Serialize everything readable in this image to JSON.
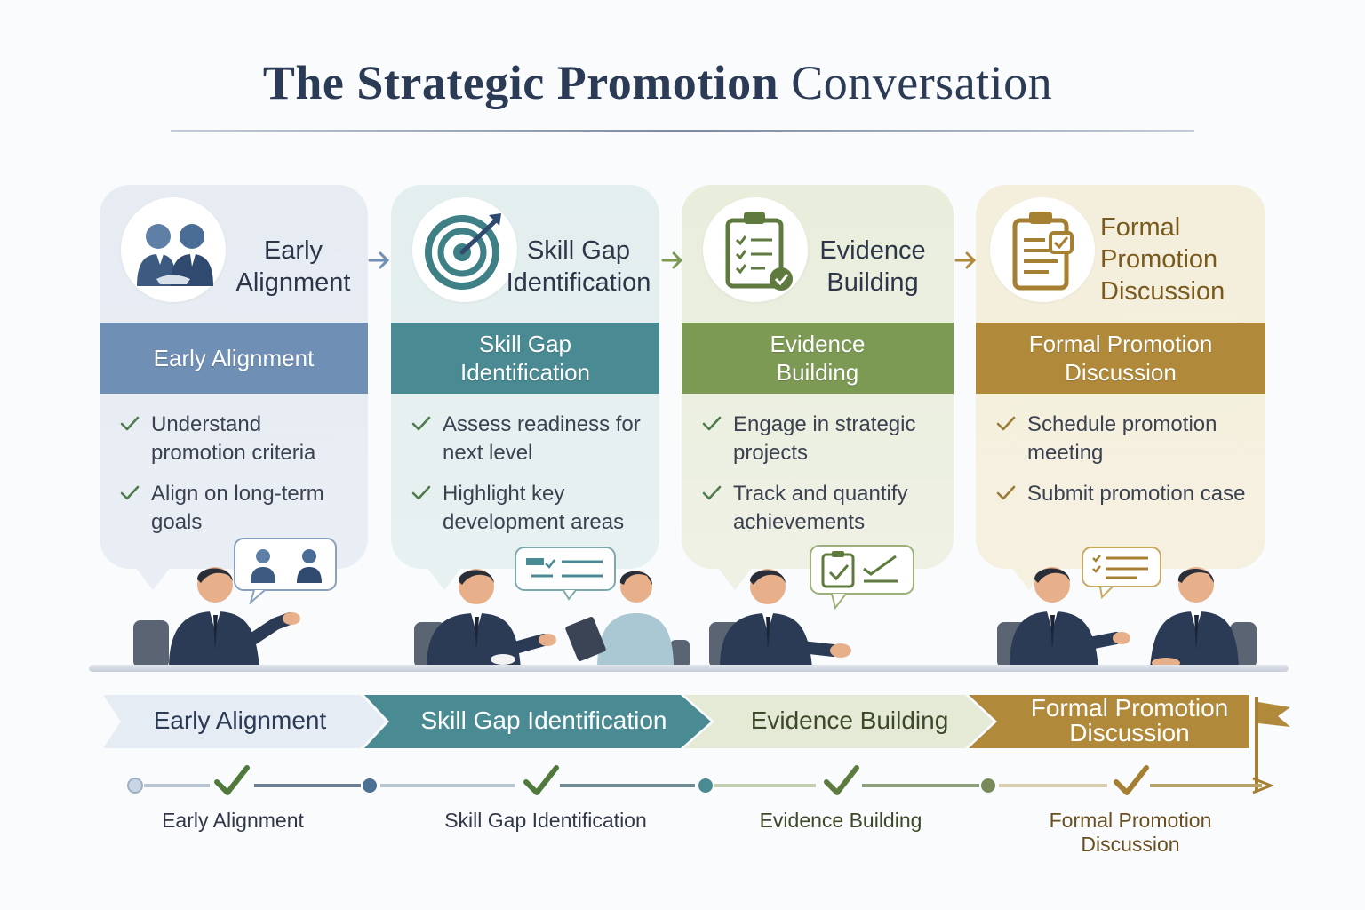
{
  "title": {
    "bold": "The Strategic Promotion",
    "light": "Conversation"
  },
  "colors": {
    "blue": "#6f8fb4",
    "teal": "#4a8a92",
    "green": "#7d9a55",
    "gold": "#b08a3a",
    "navy": "#2b3a55"
  },
  "stages": [
    {
      "header": "Early Alignment",
      "band": "Early Alignment",
      "icon": "handshake-people-icon",
      "bullets": [
        "Understand promotion criteria",
        "Align on long-term goals"
      ],
      "chevron": "Early Alignment",
      "timeline_label": "Early Alignment"
    },
    {
      "header": "Skill Gap Identification",
      "band": "Skill Gap\nIdentification",
      "icon": "target-icon",
      "bullets": [
        "Assess readiness for next level",
        "Highlight key development areas"
      ],
      "chevron": "Skill Gap Identification",
      "timeline_label": "Skill Gap Identification"
    },
    {
      "header": "Evidence Building",
      "band": "Evidence\nBuilding",
      "icon": "clipboard-check-icon",
      "bullets": [
        "Engage in strategic projects",
        "Track and quantify achievements"
      ],
      "chevron": "Evidence Building",
      "timeline_label": "Evidence Building"
    },
    {
      "header": "Formal Promotion Discussion",
      "band": "Formal Promotion\nDiscussion",
      "icon": "document-icon",
      "bullets": [
        "Schedule promotion meeting",
        "Submit promotion case"
      ],
      "chevron": "Formal Promotion\nDiscussion",
      "timeline_label": "Formal Promotion\nDiscussion"
    }
  ]
}
